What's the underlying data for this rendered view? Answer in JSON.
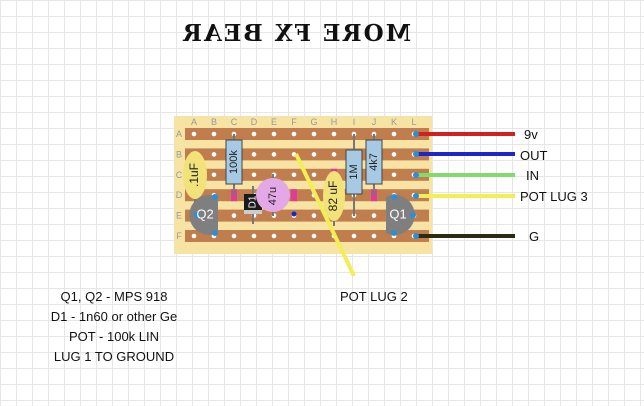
{
  "title": "MORE FX BEAR",
  "board": {
    "columns": [
      "A",
      "B",
      "C",
      "D",
      "E",
      "F",
      "G",
      "H",
      "I",
      "J",
      "K",
      "L"
    ],
    "rows": [
      "A",
      "B",
      "C",
      "D",
      "E",
      "F"
    ]
  },
  "components": {
    "cap1": ".1uF",
    "res1": "100k",
    "cap2": "47u",
    "diode": "D1",
    "cap3": "82 uF",
    "res2": "1M",
    "res3": "4k7",
    "q1": "Q1",
    "q2": "Q2"
  },
  "wires": {
    "power": "9v",
    "out": "OUT",
    "in": "IN",
    "pot3": "POT LUG 3",
    "ground": "G",
    "pot2": "POT LUG 2"
  },
  "notes": [
    "Q1, Q2 - MPS 918",
    "D1 - 1n60 or other Ge",
    "POT - 100k LIN",
    "LUG 1 TO GROUND"
  ],
  "colors": {
    "board": "#f7e3a4",
    "strip": "#c07e4e",
    "cut": "#e13a9a",
    "wire_9v": "#d21f1f",
    "wire_out": "#1d26c9",
    "wire_in": "#7fdc6c",
    "wire_pot3": "#f2ee55",
    "wire_ground": "#2b2b12",
    "wire_pot2": "#f2ee55"
  }
}
